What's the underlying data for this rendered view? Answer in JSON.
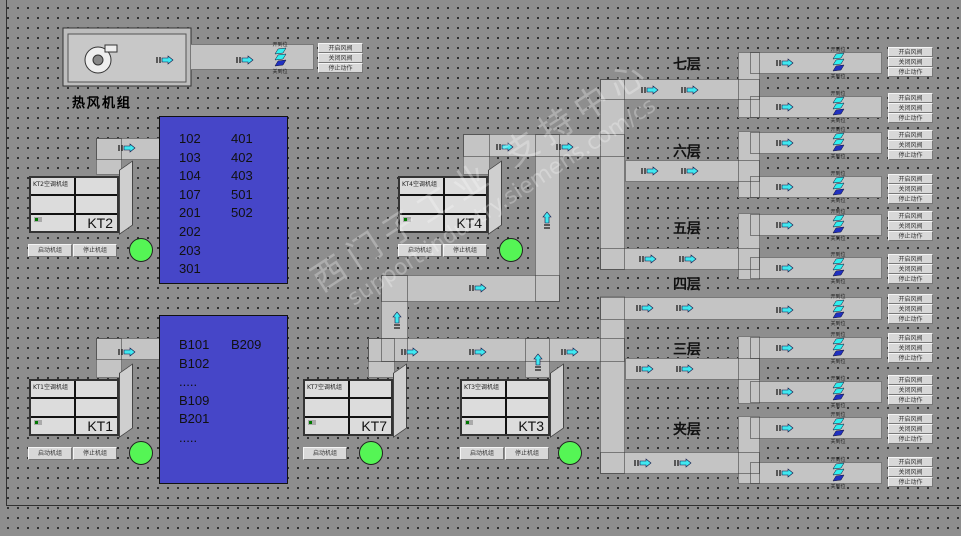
{
  "hot_air_unit": {
    "label": "热风机组",
    "damper": {
      "open_label": "开到位",
      "closed_label": "关到位"
    }
  },
  "damper_buttons": {
    "open": "开启风阀",
    "close": "关闭风阀",
    "stop": "停止动作"
  },
  "unit_buttons": {
    "start": "启动机组",
    "stop": "停止机组"
  },
  "units": [
    {
      "id": "KT2",
      "title": "KT2空调机组",
      "name": "KT2",
      "running": true
    },
    {
      "id": "KT1",
      "title": "KT1空调机组",
      "name": "KT1",
      "running": true
    },
    {
      "id": "KT4",
      "title": "KT4空调机组",
      "name": "KT4",
      "running": true
    },
    {
      "id": "KT7",
      "title": "KT7空调机组",
      "name": "KT7",
      "running": true
    },
    {
      "id": "KT3",
      "title": "KT3空调机组",
      "name": "KT3",
      "running": true
    }
  ],
  "rooms_panel_1": {
    "col1": [
      "102",
      "103",
      "104",
      "107",
      "201",
      "202",
      "203",
      "301"
    ],
    "col2": [
      "401",
      "402",
      "403",
      "501",
      "502"
    ]
  },
  "rooms_panel_2": {
    "col1": [
      "B101",
      "B102",
      ".....",
      "B109",
      "B201",
      "....."
    ],
    "col2": [
      "B209"
    ]
  },
  "floors": [
    "七层",
    "六层",
    "五层",
    "四层",
    "三层",
    "夹层"
  ],
  "watermark": {
    "line1": "西门子工业 支持中心",
    "line2": "support.industry.siemens.com/cs"
  },
  "colors": {
    "background": "#8e8e8e",
    "panel": "#4646c8",
    "lamp_on": "#55f555",
    "arrow": "#40e8f0",
    "duct": "#c4c4c4"
  }
}
